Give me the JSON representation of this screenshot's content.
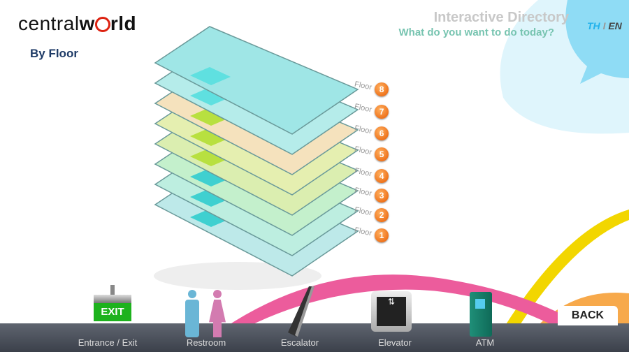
{
  "header": {
    "logo": "centralworld",
    "logo_part1": "central",
    "logo_part2": "w",
    "logo_part3": "rld",
    "section": "By Floor",
    "title": "Interactive Directory",
    "subtitle": "What do you want to do today?"
  },
  "language": {
    "th": "TH",
    "sep": "I",
    "en": "EN",
    "active": "EN"
  },
  "floors": [
    {
      "label": "Floor",
      "number": "8",
      "color": "#9fe6e6"
    },
    {
      "label": "Floor",
      "number": "7",
      "color": "#b5ecea"
    },
    {
      "label": "Floor",
      "number": "6",
      "color": "#f5e2bd"
    },
    {
      "label": "Floor",
      "number": "5",
      "color": "#e5efb0"
    },
    {
      "label": "Floor",
      "number": "4",
      "color": "#dbeeb0"
    },
    {
      "label": "Floor",
      "number": "3",
      "color": "#c4f0cc"
    },
    {
      "label": "Floor",
      "number": "2",
      "color": "#bdeee0"
    },
    {
      "label": "Floor",
      "number": "1",
      "color": "#bde9e9"
    }
  ],
  "nav": [
    {
      "label": "Entrance / Exit",
      "icon": "exit-sign-icon",
      "sign": "EXIT"
    },
    {
      "label": "Restroom",
      "icon": "restroom-icon"
    },
    {
      "label": "Escalator",
      "icon": "escalator-icon"
    },
    {
      "label": "Elevator",
      "icon": "elevator-icon"
    },
    {
      "label": "ATM",
      "icon": "atm-icon"
    }
  ],
  "back_label": "BACK"
}
